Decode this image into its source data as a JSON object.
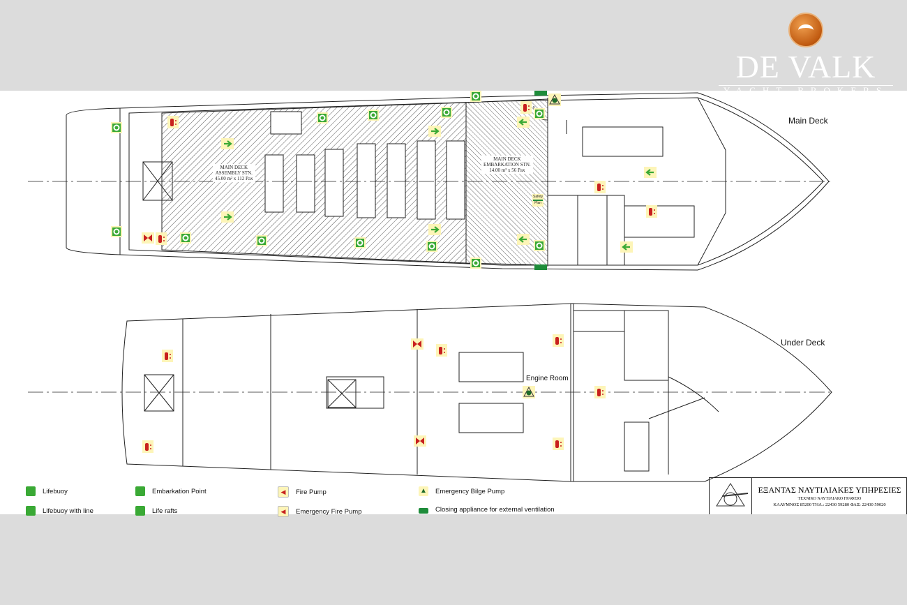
{
  "logo": {
    "name": "DE VALK",
    "subtitle": "YACHT BROKERS",
    "accent": "#d2691e"
  },
  "main_deck": {
    "title": "Main Deck",
    "assembly_station": {
      "line1": "MAIN DECK",
      "line2": "ASSEMBLY STN.",
      "line3": "45.00 m² x 112 Pax"
    },
    "embarkation_station": {
      "line1": "MAIN DECK",
      "line2": "EMBARKATION STN.",
      "line3": "14.00 m² x 56 Pax"
    },
    "safety_plan_sign": {
      "line1": "Safety",
      "line2": "Plan"
    }
  },
  "under_deck": {
    "title": "Under Deck",
    "engine_room": "Engine Room"
  },
  "legend": [
    {
      "icon": "lifebuoy-icon",
      "label": "Lifebuoy",
      "color": "#3aa935"
    },
    {
      "icon": "embarkation-point-icon",
      "label": "Embarkation Point",
      "color": "#3aa935"
    },
    {
      "icon": "fire-pump-icon",
      "label": "Fire Pump",
      "color": "#fdf5b8"
    },
    {
      "icon": "emergency-bilge-pump-icon",
      "label": "Emergency Bilge Pump",
      "color": "#fdf5b8"
    },
    {
      "icon": "lifebuoy-with-line-icon",
      "label": "Lifebuoy with line",
      "color": "#3aa935"
    },
    {
      "icon": "life-rafts-icon",
      "label": "Life rafts",
      "color": "#3aa935"
    },
    {
      "icon": "emergency-fire-pump-icon",
      "label": "Emergency Fire Pump",
      "color": "#fdf5b8"
    },
    {
      "icon": "closing-appliance-icon",
      "label": "Closing appliance for external ventilation",
      "color": "#1e8c3a"
    }
  ],
  "title_block": {
    "company": "ΕΞΑΝΤΑΣ ΝΑΥΤΙΛΙΑΚΕΣ ΥΠΗΡΕΣΙΕΣ",
    "subtitle": "ΤΕΧΝΙΚΟ ΝΑΥΤΙΛΙΑΚΟ ΓΡΑΦΕΙΟ",
    "address": "ΚΑΛΥΜΝΟΣ 85200 ΤΗΛ.: 22430 59280  ΦΑΞ: 22430 59020"
  },
  "colors": {
    "safety_green": "#3aa935",
    "fire_red": "#c8201e",
    "sign_yellow": "#fdf5b8",
    "background": "#dcdcdc"
  }
}
